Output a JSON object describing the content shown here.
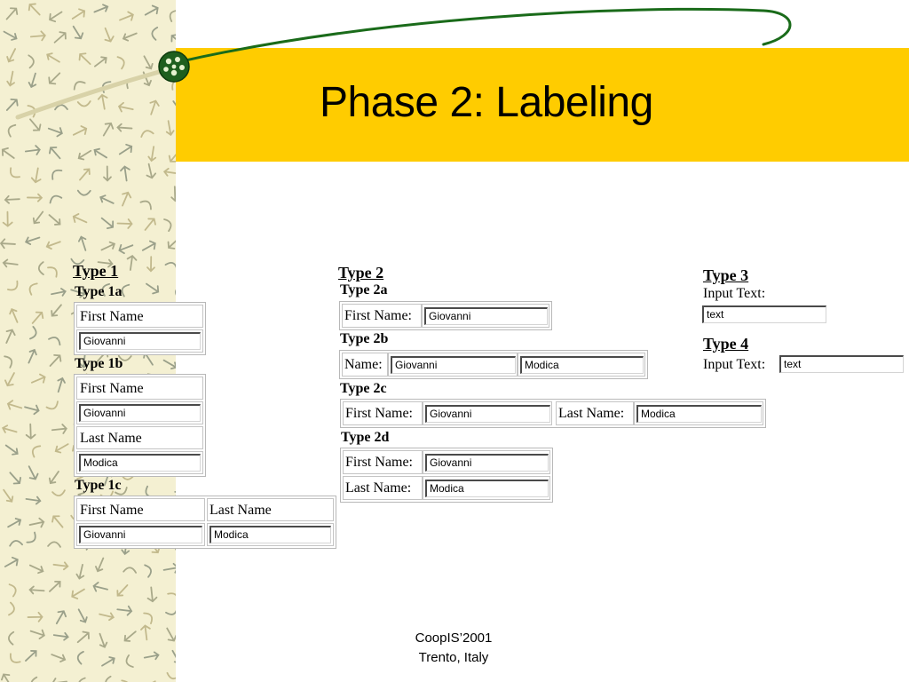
{
  "slide": {
    "title": "Phase 2: Labeling",
    "accent_color": "#ffcc00",
    "decoration": {
      "left_pattern_icon": "pattern-icon",
      "swoosh_color": "#1a6b1a",
      "orb_icon": "green-orb-icon"
    }
  },
  "type1": {
    "title": "Type 1",
    "a": {
      "label": "Type 1a",
      "field": "First Name",
      "value": "Giovanni"
    },
    "b": {
      "label": "Type 1b",
      "field1": "First Name",
      "value1": "Giovanni",
      "field2": "Last Name",
      "value2": "Modica"
    },
    "c": {
      "label": "Type 1c",
      "field1": "First Name",
      "field2": "Last Name",
      "value1": "Giovanni",
      "value2": "Modica"
    }
  },
  "type2": {
    "title": "Type 2",
    "a": {
      "label": "Type 2a",
      "field": "First Name:",
      "value": "Giovanni"
    },
    "b": {
      "label": "Type 2b",
      "field": "Name:",
      "value1": "Giovanni",
      "value2": "Modica"
    },
    "c": {
      "label": "Type 2c",
      "field1": "First Name:",
      "value1": "Giovanni",
      "field2": "Last Name:",
      "value2": "Modica"
    },
    "d": {
      "label": "Type 2d",
      "field1": "First Name:",
      "value1": "Giovanni",
      "field2": "Last Name:",
      "value2": "Modica"
    }
  },
  "type3": {
    "title": "Type 3",
    "label": "Input Text:",
    "value": "text"
  },
  "type4": {
    "title": "Type 4",
    "label": "Input Text:",
    "value": "text"
  },
  "footer": {
    "line1": "CoopIS’2001",
    "line2": "Trento, Italy"
  }
}
